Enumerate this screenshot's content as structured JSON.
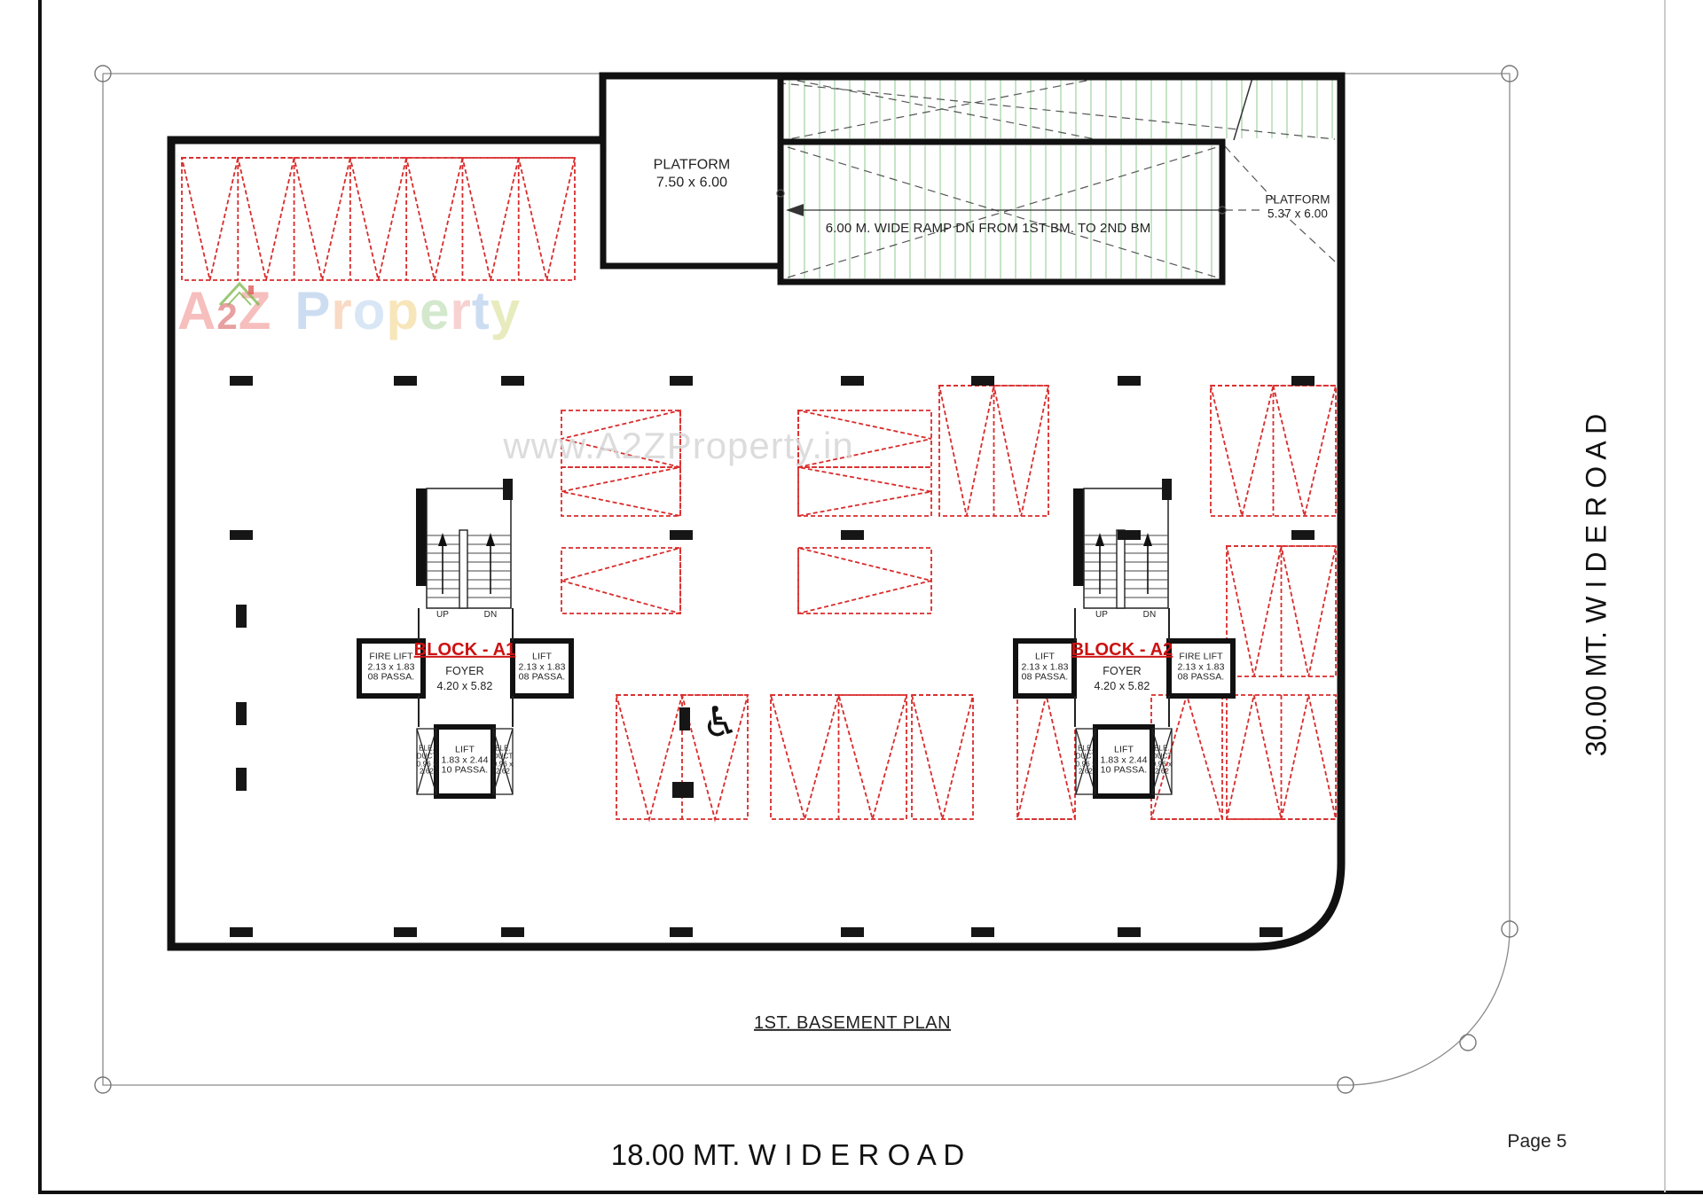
{
  "plan_title": "1ST. BASEMENT PLAN",
  "page_label": "Page 5",
  "roads": {
    "bottom": "18.00 MT.   W I D E    R O A D",
    "right": "30.00 MT.   W I D E    R O A D"
  },
  "top": {
    "platform_left": {
      "l1": "PLATFORM",
      "l2": "7.50 x 6.00"
    },
    "platform_right": {
      "l1": "PLATFORM",
      "l2": "5.37 x 6.00"
    },
    "ramp": "6.00 M.  WIDE  RAMP DN FROM 1ST BM. TO 2ND BM"
  },
  "blocks": {
    "a1": {
      "title": "BLOCK - A1",
      "foyer1": "FOYER",
      "foyer2": "4.20 x 5.82",
      "lift_left": [
        "FIRE LIFT",
        "2.13 x 1.83",
        "08 PASSA."
      ],
      "lift_right": [
        "LIFT",
        "2.13 x 1.83",
        "08 PASSA."
      ],
      "lift_bottom": [
        "LIFT",
        "1.83 x 2.44",
        "10 PASSA."
      ],
      "up": "UP",
      "dn": "DN"
    },
    "a2": {
      "title": "BLOCK - A2",
      "foyer1": "FOYER",
      "foyer2": "4.20 x 5.82",
      "lift_left": [
        "LIFT",
        "2.13 x 1.83",
        "08 PASSA."
      ],
      "lift_right": [
        "FIRE LIFT",
        "2.13 x 1.83",
        "08 PASSA."
      ],
      "lift_bottom": [
        "LIFT",
        "1.83 x 2.44",
        "10 PASSA."
      ],
      "up": "UP",
      "dn": "DN"
    }
  },
  "duct": [
    "ELE.",
    "DUCT",
    "0.96 x",
    "2.62"
  ],
  "icons": {
    "wheelchair": "♿"
  },
  "watermark": {
    "url": "www.A2ZProperty.in",
    "letters": [
      {
        "ch": "A",
        "color": "#f0908f",
        "size": 60
      },
      {
        "ch": "2",
        "color": "#d95c5c",
        "size": 42
      },
      {
        "ch": "Z",
        "color": "#f0908f",
        "size": 60
      },
      {
        "ch": "P",
        "color": "#a9c6e9",
        "size": 60
      },
      {
        "ch": "r",
        "color": "#f5c19a",
        "size": 60
      },
      {
        "ch": "o",
        "color": "#bcd5ee",
        "size": 60
      },
      {
        "ch": "p",
        "color": "#f4d58b",
        "size": 60
      },
      {
        "ch": "e",
        "color": "#b5d9a8",
        "size": 60
      },
      {
        "ch": "r",
        "color": "#f2b3b0",
        "size": 60
      },
      {
        "ch": "t",
        "color": "#a9c6e9",
        "size": 60
      },
      {
        "ch": "y",
        "color": "#d9dd8f",
        "size": 60
      }
    ]
  },
  "colors": {
    "wall_black": "#111111",
    "stall_red": "#d92b2b",
    "hatch_green": "#8cc98c",
    "boundary_gray": "#8a8a8a",
    "accent_red_text": "#cc1111"
  }
}
